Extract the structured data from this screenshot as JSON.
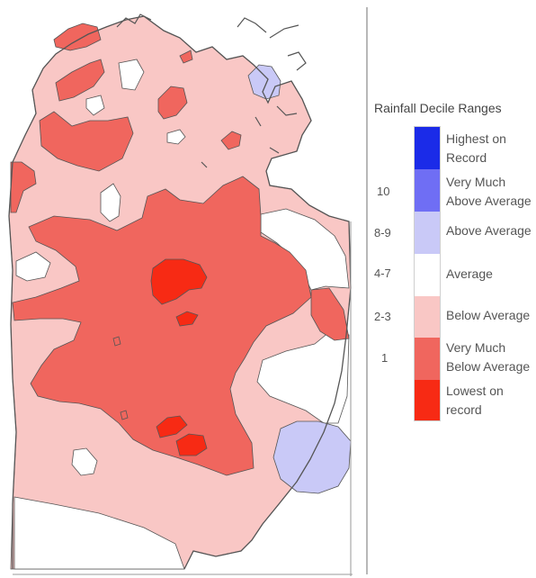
{
  "legend": {
    "title": "Rainfall Decile Ranges",
    "items": [
      {
        "label": "Highest on Record",
        "color": "#1b2be8"
      },
      {
        "label": "Very Much Above Average",
        "color": "#6f6ef4"
      },
      {
        "label": "Above Average",
        "color": "#c9c9f7"
      },
      {
        "label": "Average",
        "color": "#ffffff"
      },
      {
        "label": "Below Average",
        "color": "#f9c7c5"
      },
      {
        "label": "Very Much Below Average",
        "color": "#f0665e"
      },
      {
        "label": "Lowest on record",
        "color": "#f72a14"
      }
    ],
    "decile_labels": [
      "10",
      "8-9",
      "4-7",
      "2-3",
      "1"
    ]
  },
  "map": {
    "colors": {
      "average": "#ffffff",
      "below": "#f9c7c5",
      "very_below": "#f0665e",
      "lowest": "#f72a14",
      "above": "#c9c9f7",
      "outline": "#555555",
      "boundary": "#9a9a9a"
    }
  }
}
